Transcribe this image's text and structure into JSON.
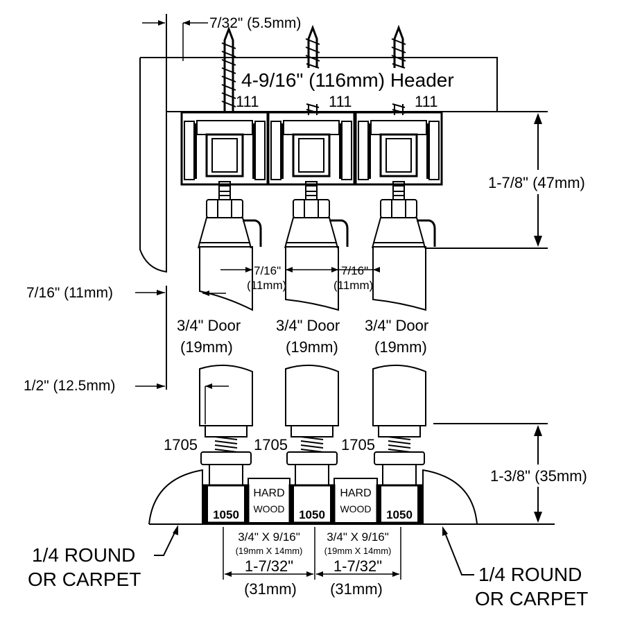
{
  "labels": {
    "header": "4-9/16\" (116mm) Header",
    "top_gap": "7/32\" (5.5mm)",
    "part_111": "111",
    "part_1705": "1705",
    "part_1050": "1050",
    "height_top": "1-7/8\" (47mm)",
    "height_bottom": "1-3/8\" (35mm)",
    "door_gap_in": "7/16\"",
    "door_gap_mm": "(11mm)",
    "side_offset_top": "7/16\" (11mm)",
    "side_offset_bottom": "1/2\" (12.5mm)",
    "door_line1": "3/4\" Door",
    "door_line2": "(19mm)",
    "hardwood_line1": "HARD",
    "hardwood_line2": "WOOD",
    "track_size_line1": "3/4\" X 9/16\"",
    "track_size_line2": "(19mm X 14mm)",
    "track_spacing_in": "1-7/32\"",
    "track_spacing_mm": "(31mm)",
    "round_line1": "1/4 ROUND",
    "round_line2": "OR CARPET"
  },
  "colors": {
    "ink": "#000000",
    "paper": "#ffffff"
  }
}
